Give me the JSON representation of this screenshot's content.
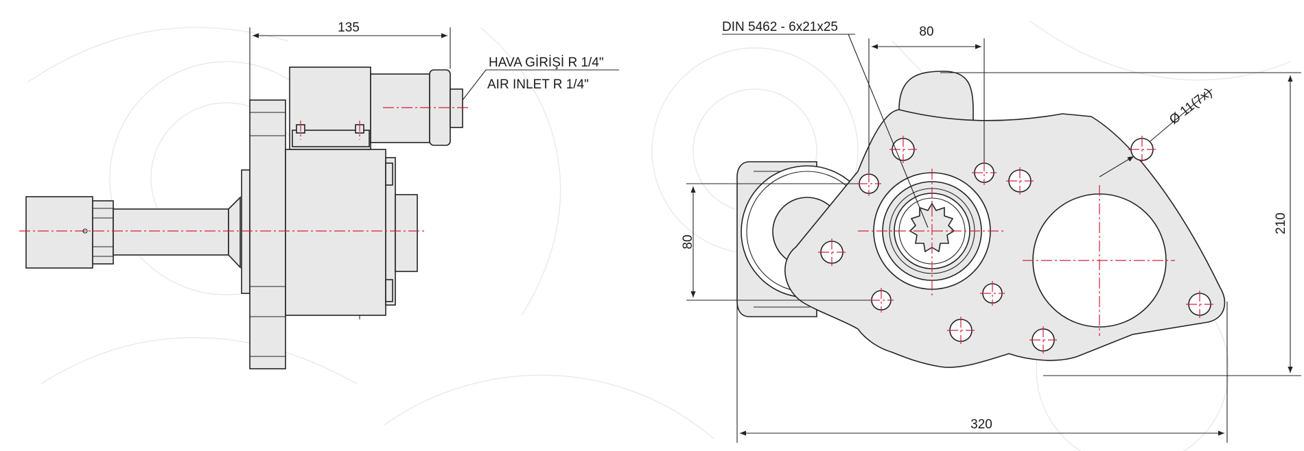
{
  "drawing": {
    "side_view": {
      "dimension_width": "135",
      "air_inlet_tr": "HAVA  GİRİŞİ R 1/4\"",
      "air_inlet_en": "AIR INLET R 1/4\""
    },
    "front_view": {
      "spline_spec": "DIN 5462 - 6x21x25",
      "dimension_hole_spacing_h": "80",
      "dimension_hole_spacing_v": "80",
      "hole_spec": "Ø 11(7x)",
      "dimension_height": "210",
      "dimension_width": "320"
    }
  },
  "colors": {
    "outline": "#222222",
    "fill": "#e8e8e8",
    "centerline": "#d0203a"
  }
}
